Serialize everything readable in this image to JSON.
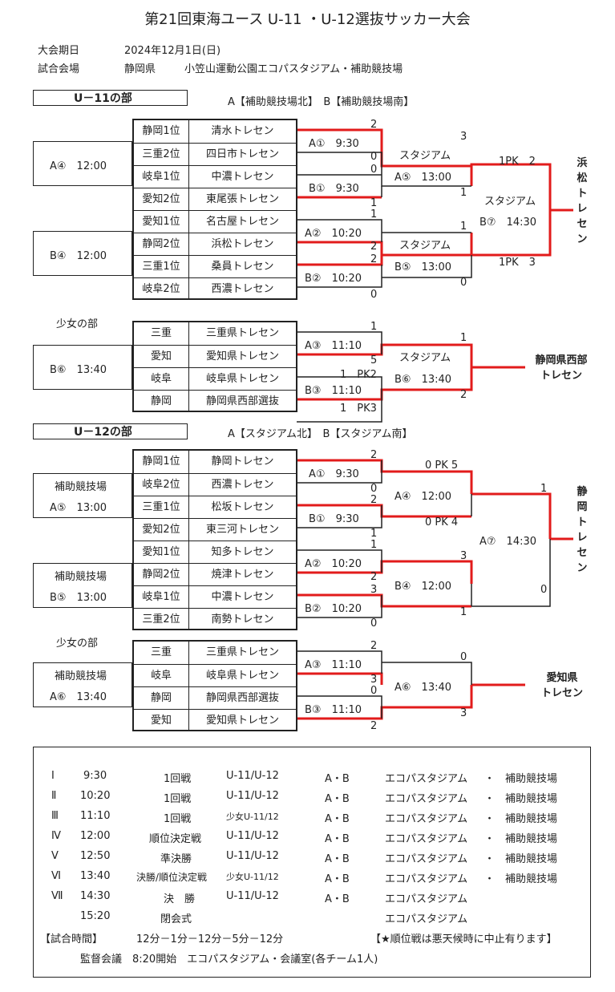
{
  "title": "第21回東海ユース U-11 ・U-12選抜サッカー大会",
  "info": {
    "date_label": "大会期日",
    "date_value": "2024年12月1日(日)",
    "venue_label": "試合会場",
    "venue_pref": "静岡県",
    "venue_value": "小笠山運動公園エコパスタジアム・補助競技場"
  },
  "u11": {
    "section_label": "U－11の部",
    "courts": "A【補助競技場北】　B【補助競技場南】",
    "ranking_a": "A④　12:00",
    "ranking_b": "B④　12:00",
    "teams": [
      {
        "seed": "静岡1位",
        "name": "清水トレセン"
      },
      {
        "seed": "三重2位",
        "name": "四日市トレセン"
      },
      {
        "seed": "岐阜1位",
        "name": "中濃トレセン"
      },
      {
        "seed": "愛知2位",
        "name": "東尾張トレセン"
      },
      {
        "seed": "愛知1位",
        "name": "名古屋トレセン"
      },
      {
        "seed": "静岡2位",
        "name": "浜松トレセン"
      },
      {
        "seed": "三重1位",
        "name": "桑員トレセン"
      },
      {
        "seed": "岐阜2位",
        "name": "西濃トレセン"
      }
    ],
    "r1": [
      {
        "label": "A①　9:30",
        "top": "2",
        "bottom": "0"
      },
      {
        "label": "B①　9:30",
        "top": "0",
        "bottom": "1"
      },
      {
        "label": "A②　10:20",
        "top": "1",
        "bottom": "2"
      },
      {
        "label": "B②　10:20",
        "top": "2",
        "bottom": "0"
      }
    ],
    "sf": [
      {
        "venue": "スタジアム",
        "label": "A⑤　13:00",
        "top": "3",
        "bottom": "1"
      },
      {
        "venue": "スタジアム",
        "label": "B⑤　13:00",
        "top": "1",
        "bottom": "0"
      }
    ],
    "final": {
      "venue": "スタジアム",
      "label": "B⑦　14:30",
      "top": "1PK　2",
      "bottom": "1PK　3"
    },
    "winner": [
      "浜",
      "松",
      "ト",
      "レ",
      "セ",
      "ン"
    ]
  },
  "u11_girls": {
    "section_label": "少女の部",
    "match": "B⑥　13:40",
    "teams": [
      {
        "seed": "三重",
        "name": "三重県トレセン"
      },
      {
        "seed": "愛知",
        "name": "愛知県トレセン"
      },
      {
        "seed": "岐阜",
        "name": "岐阜県トレセン"
      },
      {
        "seed": "静岡",
        "name": "静岡県西部選抜"
      }
    ],
    "r1": [
      {
        "label": "A③　11:10",
        "top": "1",
        "bottom": "5"
      },
      {
        "label": "B③　11:10",
        "top": "1　PK2",
        "bottom": "1　PK3"
      }
    ],
    "final": {
      "venue": "スタジアム",
      "label": "B⑥　13:40",
      "top": "1",
      "bottom": "2"
    },
    "winner": [
      "静岡県西部",
      "トレセン"
    ]
  },
  "u12": {
    "section_label": "U－12の部",
    "courts": "A【スタジアム北】　B【スタジアム南】",
    "ranking_a_venue": "補助競技場",
    "ranking_a": "A⑤　13:00",
    "ranking_b_venue": "補助競技場",
    "ranking_b": "B⑤　13:00",
    "teams": [
      {
        "seed": "静岡1位",
        "name": "静岡トレセン"
      },
      {
        "seed": "岐阜2位",
        "name": "西濃トレセン"
      },
      {
        "seed": "三重1位",
        "name": "松坂トレセン"
      },
      {
        "seed": "愛知2位",
        "name": "東三河トレセン"
      },
      {
        "seed": "愛知1位",
        "name": "知多トレセン"
      },
      {
        "seed": "静岡2位",
        "name": "焼津トレセン"
      },
      {
        "seed": "岐阜1位",
        "name": "中濃トレセン"
      },
      {
        "seed": "三重2位",
        "name": "南勢トレセン"
      }
    ],
    "r1": [
      {
        "label": "A①　9:30",
        "top": "2",
        "bottom": "0"
      },
      {
        "label": "B①　9:30",
        "top": "2",
        "bottom": "1"
      },
      {
        "label": "A②　10:20",
        "top": "1",
        "bottom": "2"
      },
      {
        "label": "B②　10:20",
        "top": "3",
        "bottom": "0"
      }
    ],
    "sf": [
      {
        "label": "A④　12:00",
        "top": "0 PK 5",
        "bottom": "0 PK 4"
      },
      {
        "label": "B④　12:00",
        "top": "3",
        "bottom": "1"
      }
    ],
    "final": {
      "label": "A⑦　14:30",
      "top": "1",
      "bottom": "0"
    },
    "winner": [
      "静",
      "岡",
      "ト",
      "レ",
      "セ",
      "ン"
    ]
  },
  "u12_girls": {
    "section_label": "少女の部",
    "venue": "補助競技場",
    "match": "A⑥　13:40",
    "teams": [
      {
        "seed": "三重",
        "name": "三重県トレセン"
      },
      {
        "seed": "岐阜",
        "name": "岐阜県トレセン"
      },
      {
        "seed": "静岡",
        "name": "静岡県西部選抜"
      },
      {
        "seed": "愛知",
        "name": "愛知県トレセン"
      }
    ],
    "r1": [
      {
        "label": "A③　11:10",
        "top": "2",
        "bottom": "3"
      },
      {
        "label": "B③　11:10",
        "top": "0",
        "bottom": "2"
      }
    ],
    "final": {
      "label": "A⑥　13:40",
      "top": "0",
      "bottom": "3"
    },
    "winner": [
      "愛知県",
      "トレセン"
    ]
  },
  "schedule": [
    {
      "no": "Ⅰ",
      "time": "9:30",
      "round": "1回戦",
      "cat": "U-11/U-12",
      "courts": "A・B",
      "venue": "エコパスタジアム",
      "dot": "・",
      "venue2": "補助競技場"
    },
    {
      "no": "Ⅱ",
      "time": "10:20",
      "round": "1回戦",
      "cat": "U-11/U-12",
      "courts": "A・B",
      "venue": "エコパスタジアム",
      "dot": "・",
      "venue2": "補助競技場"
    },
    {
      "no": "Ⅲ",
      "time": "11:10",
      "round": "1回戦",
      "cat": "少女U-11/12",
      "courts": "A・B",
      "venue": "エコパスタジアム",
      "dot": "・",
      "venue2": "補助競技場"
    },
    {
      "no": "Ⅳ",
      "time": "12:00",
      "round": "順位決定戦",
      "cat": "U-11/U-12",
      "courts": "A・B",
      "venue": "エコパスタジアム",
      "dot": "・",
      "venue2": "補助競技場"
    },
    {
      "no": "Ⅴ",
      "time": "12:50",
      "round": "準決勝",
      "cat": "U-11/U-12",
      "courts": "A・B",
      "venue": "エコパスタジアム",
      "dot": "・",
      "venue2": "補助競技場"
    },
    {
      "no": "Ⅵ",
      "time": "13:40",
      "round": "決勝/順位決定戦",
      "cat": "少女U-11/12",
      "courts": "A・B",
      "venue": "エコパスタジアム",
      "dot": "・",
      "venue2": "補助競技場"
    },
    {
      "no": "Ⅶ",
      "time": "14:30",
      "round": "決　勝",
      "cat": "U-11/U-12",
      "courts": "A・B",
      "venue": "エコパスタジアム",
      "dot": "",
      "venue2": ""
    },
    {
      "no": "",
      "time": "15:20",
      "round": "閉会式",
      "cat": "",
      "courts": "",
      "venue": "エコパスタジアム",
      "dot": "",
      "venue2": ""
    }
  ],
  "match_time_label": "【試合時間】",
  "match_time_value": "12分－1分－12分－5分－12分",
  "notice": "【★順位戦は悪天候時に中止有ります】",
  "meeting": "監督会議　8:20開始　エコパスタジアム・会議室(各チーム1人)",
  "colors": {
    "bracket_red": "#e21b1b",
    "line": "#222222"
  }
}
